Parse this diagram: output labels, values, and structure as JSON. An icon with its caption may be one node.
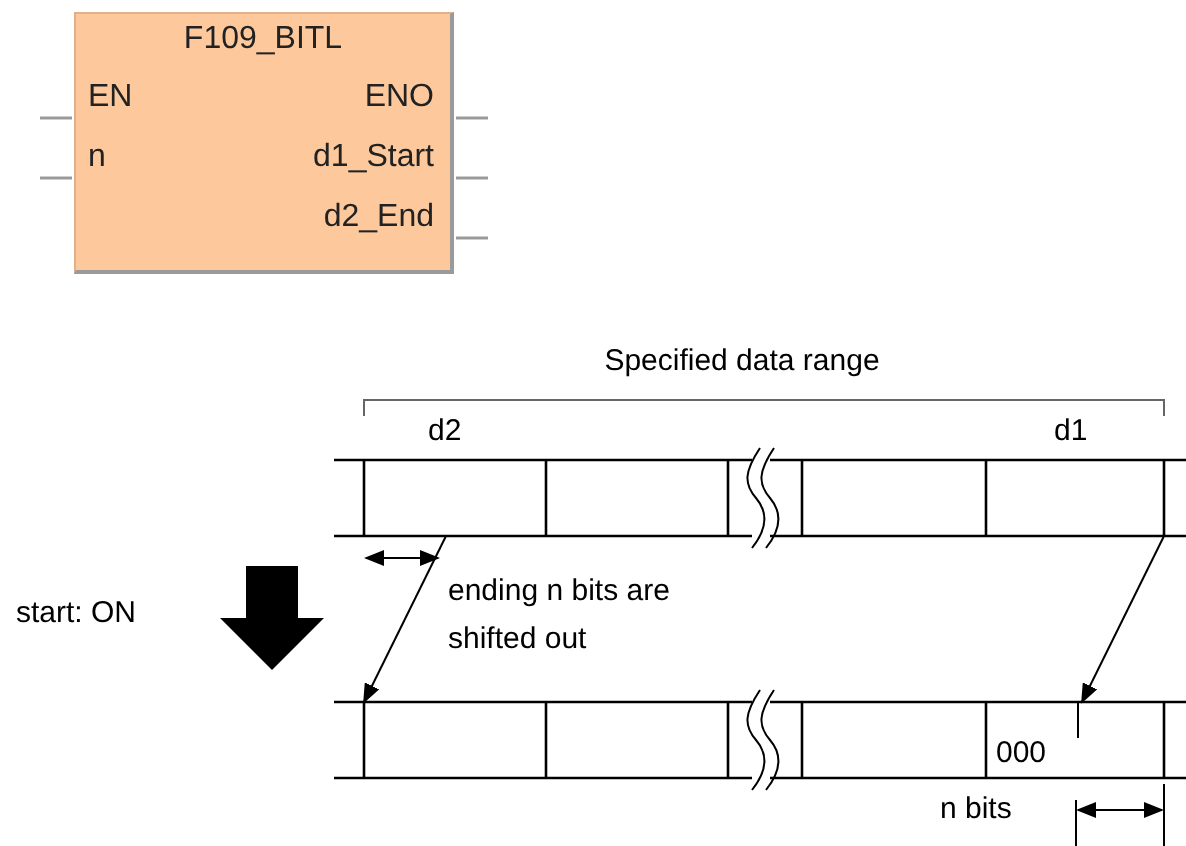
{
  "diagram": {
    "nodes": [
      {
        "text": [
          "F109_BITL",
          "EN",
          "ENO",
          "n",
          "d1_Start",
          "d2_End"
        ]
      },
      {
        "text": [],
        "shape": "bar"
      },
      {
        "text": [],
        "shape": "bar"
      },
      {
        "text": [
          "000"
        ],
        "in": 2
      }
    ],
    "edges": [
      {
        "from": null,
        "to": 0,
        "arrow": "none"
      },
      {
        "from": null,
        "to": 0,
        "arrow": "none"
      },
      {
        "from": 0,
        "to": null,
        "arrow": "none"
      },
      {
        "from": 0,
        "to": null,
        "arrow": "none"
      },
      {
        "from": 0,
        "to": null,
        "arrow": "none"
      },
      {
        "from": 1,
        "to": 2,
        "arrow": "to",
        "color": "#000000"
      },
      {
        "from": 1,
        "to": 3,
        "arrow": "to",
        "color": "#000000"
      }
    ],
    "labels": [
      "Specified data range",
      "d2",
      "d1",
      "start: ON",
      "ending n bits are shifted out",
      "n bits"
    ]
  }
}
